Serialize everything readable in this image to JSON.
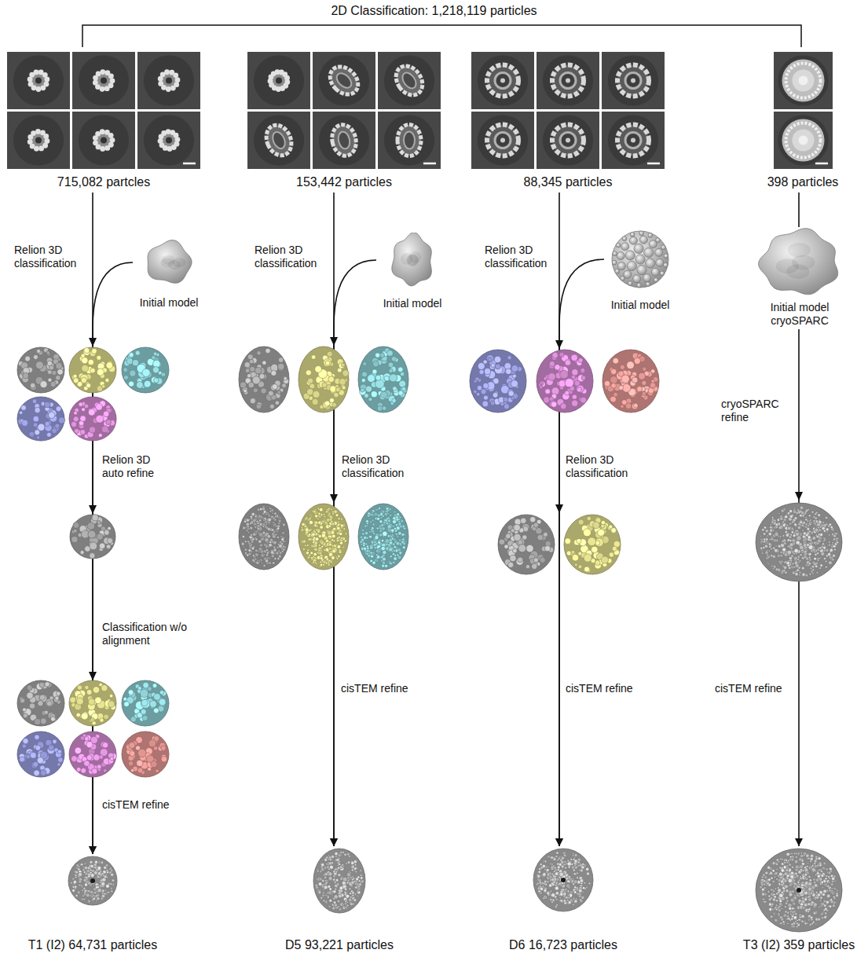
{
  "diagram": {
    "title": "2D Classification: 1,218,119 particles",
    "nodes": [
      {
        "text": [
          "715,082 partcles"
        ]
      },
      {
        "text": [
          "153,442 particles"
        ]
      },
      {
        "text": [
          "88,345 particles"
        ]
      },
      {
        "text": [
          "398 particles"
        ]
      },
      {
        "text": [
          "Initial model"
        ]
      },
      {
        "text": [
          "Initial model"
        ]
      },
      {
        "text": [
          "Initial model"
        ]
      },
      {
        "text": [
          "Initial model cryoSPARC"
        ]
      },
      {
        "text": [
          "T1 (I2) 64,731 particles"
        ]
      },
      {
        "text": [
          "D5 93,221 particles"
        ]
      },
      {
        "text": [
          "D6 16,723 particles"
        ]
      },
      {
        "text": [
          "T3 (I2) 359 particles"
        ]
      }
    ],
    "edges": [
      {
        "from": 0,
        "to": 8,
        "arrow": "to"
      },
      {
        "from": 1,
        "to": 9,
        "arrow": "to"
      },
      {
        "from": 2,
        "to": 10,
        "arrow": "to"
      },
      {
        "from": 3,
        "to": 7,
        "arrow": "none"
      },
      {
        "from": 7,
        "to": 11,
        "arrow": "to"
      },
      {
        "from": 4,
        "to": 8,
        "arrow": "to"
      },
      {
        "from": 5,
        "to": 9,
        "arrow": "to"
      },
      {
        "from": 6,
        "to": 10,
        "arrow": "to"
      }
    ],
    "labels": [
      "Relion 3D classification",
      "Relion 3D classification",
      "Relion 3D classification",
      "cryoSPARC refine",
      "Relion 3D auto refine",
      "Relion 3D classification",
      "Relion 3D classification",
      "Classification w/o alignment",
      "cisTEM refine",
      "cisTEM refine",
      "cisTEM refine",
      "cisTEM refine"
    ]
  }
}
